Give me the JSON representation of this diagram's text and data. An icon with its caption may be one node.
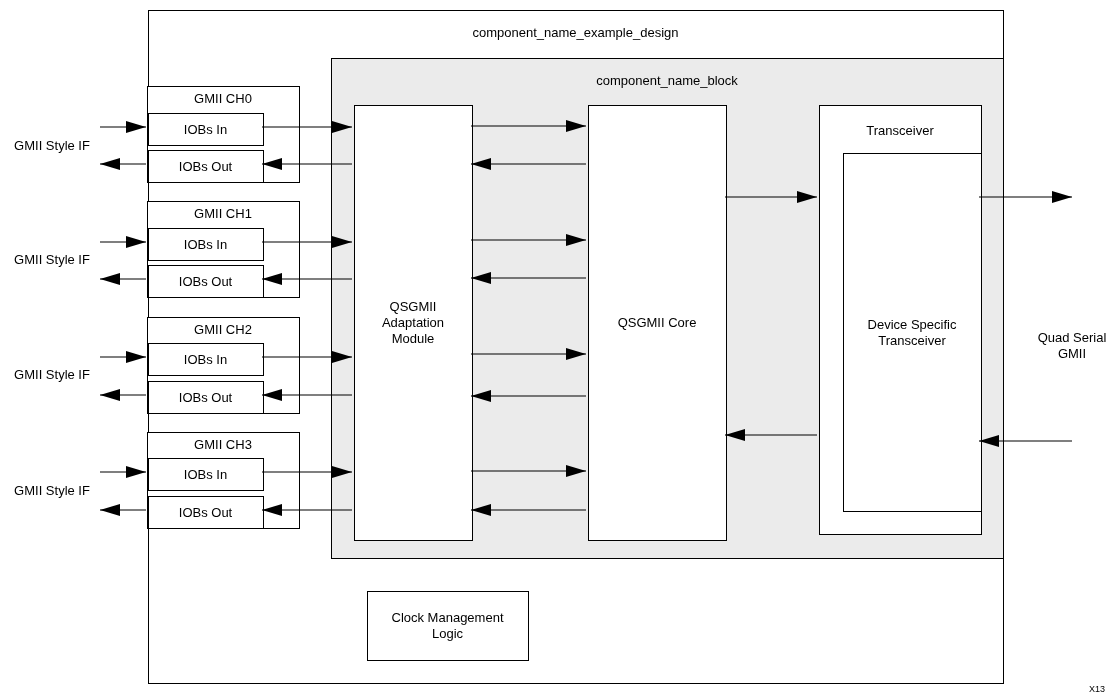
{
  "diagram": {
    "nodes": [
      {
        "text": [
          "component_name_example_design"
        ]
      },
      {
        "text": [
          "GMII CH0"
        ],
        "in": 0
      },
      {
        "text": [
          "IOBs In"
        ],
        "in": 1
      },
      {
        "text": [
          "IOBs Out"
        ],
        "in": 1
      },
      {
        "text": [
          "GMII CH1"
        ],
        "in": 0
      },
      {
        "text": [
          "IOBs In"
        ],
        "in": 4
      },
      {
        "text": [
          "IOBs Out"
        ],
        "in": 4
      },
      {
        "text": [
          "GMII CH2"
        ],
        "in": 0
      },
      {
        "text": [
          "IOBs In"
        ],
        "in": 7
      },
      {
        "text": [
          "IOBs Out"
        ],
        "in": 7
      },
      {
        "text": [
          "GMII CH3"
        ],
        "in": 0
      },
      {
        "text": [
          "IOBs In"
        ],
        "in": 10
      },
      {
        "text": [
          "IOBs Out"
        ],
        "in": 10
      },
      {
        "text": [
          "component_name_block"
        ],
        "in": 0
      },
      {
        "text": [
          "QSGMII Adaptation Module"
        ],
        "in": 13
      },
      {
        "text": [
          "QSGMII Core"
        ],
        "in": 13
      },
      {
        "text": [
          "Transceiver"
        ],
        "in": 13
      },
      {
        "text": [
          "Device Specific Transceiver"
        ],
        "in": 16
      },
      {
        "text": [
          "Clock Management Logic"
        ],
        "in": 0
      },
      {
        "text": [
          "GMII Style IF"
        ]
      },
      {
        "text": [
          "GMII Style IF"
        ]
      },
      {
        "text": [
          "GMII Style IF"
        ]
      },
      {
        "text": [
          "GMII Style IF"
        ]
      }
    ],
    "edges": [
      {
        "from": 19,
        "to": 2,
        "arrow": "to"
      },
      {
        "from": 3,
        "to": 19,
        "arrow": "to"
      },
      {
        "from": 2,
        "to": 14,
        "arrow": "to"
      },
      {
        "from": 14,
        "to": 3,
        "arrow": "to"
      },
      {
        "from": 20,
        "to": 5,
        "arrow": "to"
      },
      {
        "from": 6,
        "to": 20,
        "arrow": "to"
      },
      {
        "from": 5,
        "to": 14,
        "arrow": "to"
      },
      {
        "from": 14,
        "to": 6,
        "arrow": "to"
      },
      {
        "from": 21,
        "to": 8,
        "arrow": "to"
      },
      {
        "from": 9,
        "to": 21,
        "arrow": "to"
      },
      {
        "from": 8,
        "to": 14,
        "arrow": "to"
      },
      {
        "from": 14,
        "to": 9,
        "arrow": "to"
      },
      {
        "from": 22,
        "to": 11,
        "arrow": "to"
      },
      {
        "from": 12,
        "to": 22,
        "arrow": "to"
      },
      {
        "from": 11,
        "to": 14,
        "arrow": "to"
      },
      {
        "from": 14,
        "to": 12,
        "arrow": "to"
      },
      {
        "from": 14,
        "to": 15,
        "arrow": "to"
      },
      {
        "from": 15,
        "to": 14,
        "arrow": "to"
      },
      {
        "from": 14,
        "to": 15,
        "arrow": "to"
      },
      {
        "from": 15,
        "to": 14,
        "arrow": "to"
      },
      {
        "from": 14,
        "to": 15,
        "arrow": "to"
      },
      {
        "from": 15,
        "to": 14,
        "arrow": "to"
      },
      {
        "from": 14,
        "to": 15,
        "arrow": "to"
      },
      {
        "from": 15,
        "to": 14,
        "arrow": "to"
      },
      {
        "from": 15,
        "to": 16,
        "arrow": "to"
      },
      {
        "from": 16,
        "to": 15,
        "arrow": "to"
      },
      {
        "from": 17,
        "to": null,
        "arrow": "to"
      },
      {
        "from": null,
        "to": 17,
        "arrow": "to"
      }
    ],
    "labels": [
      "Quad Serial GMII",
      "X13"
    ]
  }
}
